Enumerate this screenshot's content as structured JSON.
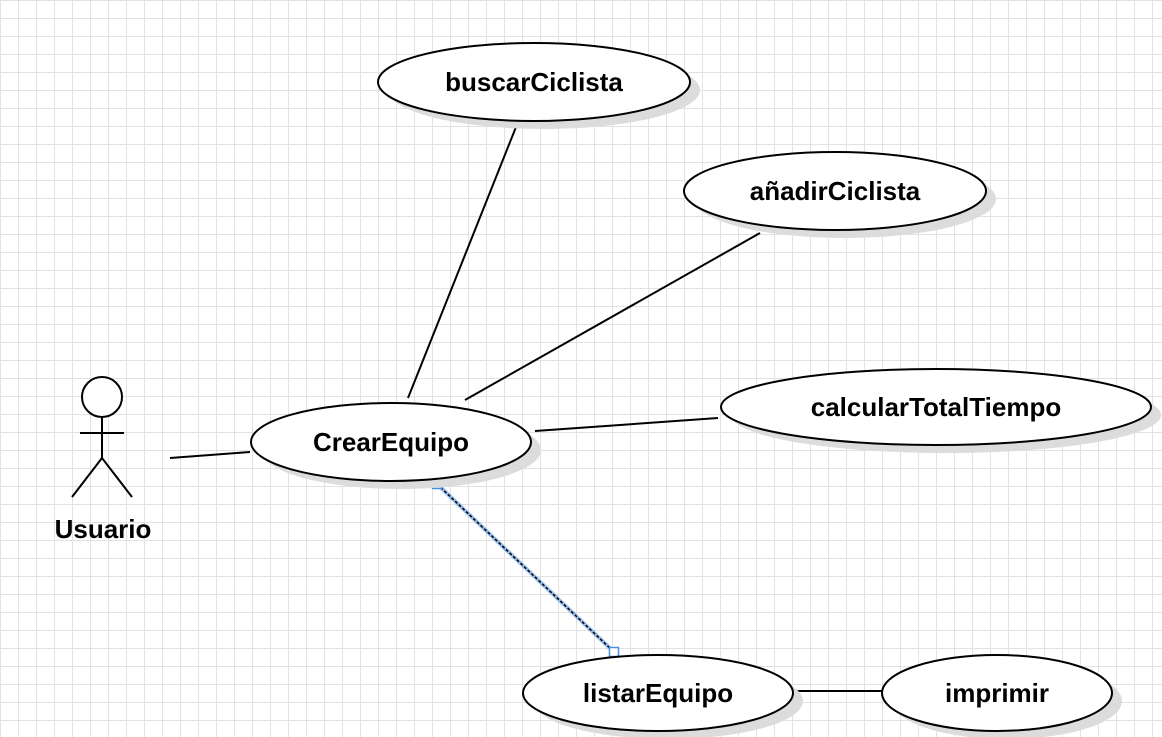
{
  "actor": {
    "label": "Usuario"
  },
  "use_cases": {
    "buscar": "buscarCiclista",
    "anadir": "añadirCiclista",
    "crear": "CrearEquipo",
    "calcular": "calcularTotalTiempo",
    "listar": "listarEquipo",
    "imprimir": "imprimir"
  },
  "selection": {
    "selected_edge": "CrearEquipo-listarEquipo",
    "highlight_color": "#4a90e2"
  }
}
